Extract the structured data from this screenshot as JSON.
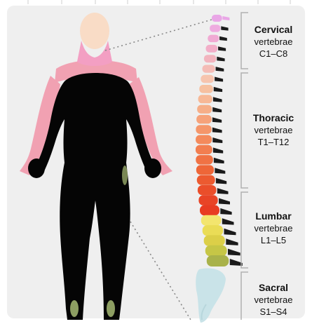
{
  "colors": {
    "background": "#efefef",
    "skin": "#f9dcc6",
    "cervical": "#f2a9d9",
    "neck_band": "#f39fc3",
    "shoulders": "#f1a1b2",
    "body": "#050505",
    "bracket": "#b0b0b0",
    "sacral": "#c9e3e8"
  },
  "regions": [
    {
      "name": "Cervical",
      "sub": "vertebrae",
      "range": "C1–C8"
    },
    {
      "name": "Thoracic",
      "sub": "vertebrae",
      "range": "T1–T12"
    },
    {
      "name": "Lumbar",
      "sub": "vertebrae",
      "range": "L1–L5"
    },
    {
      "name": "Sacral",
      "sub": "vertebrae",
      "range": "S1–S4"
    }
  ]
}
